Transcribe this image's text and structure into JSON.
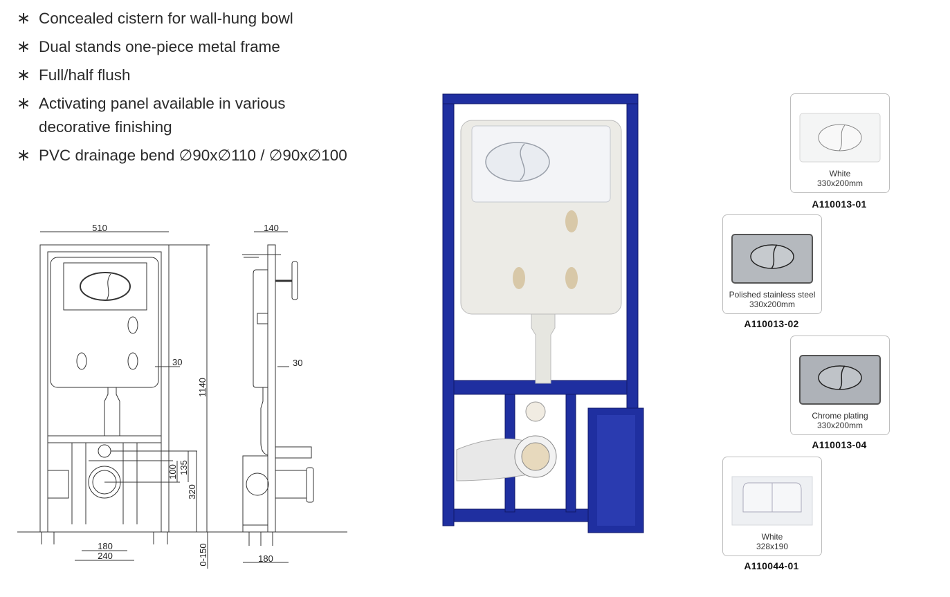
{
  "features": [
    {
      "line1": "Concealed cistern for wall-hung bowl"
    },
    {
      "line1": "Dual stands one-piece metal frame"
    },
    {
      "line1": "Full/half flush"
    },
    {
      "line1": "Activating panel available in various",
      "line2": "decorative finishing"
    },
    {
      "line1": "PVC drainage bend  ∅90x∅110 / ∅90x∅100"
    }
  ],
  "bullet_symbol": "∗",
  "drawing": {
    "front": {
      "width": "510",
      "height": "1140",
      "offset": "30",
      "d100": "100",
      "d135": "135",
      "d320": "320",
      "d180": "180",
      "d240": "240",
      "adjust": "0-150"
    },
    "side": {
      "depth": "140",
      "offset": "30",
      "base": "180"
    }
  },
  "panels": [
    {
      "finish": "White",
      "size": "330x200mm",
      "code": "A110013-01"
    },
    {
      "finish": "Polished stainless steel",
      "size": "330x200mm",
      "code": "A110013-02"
    },
    {
      "finish": "Chrome plating",
      "size": "330x200mm",
      "code": "A110013-04"
    },
    {
      "finish": "White",
      "size": "328x190",
      "code": "A110044-01"
    }
  ],
  "colors": {
    "frame_blue": "#1f2fa0",
    "cistern": "#ecebe6"
  }
}
